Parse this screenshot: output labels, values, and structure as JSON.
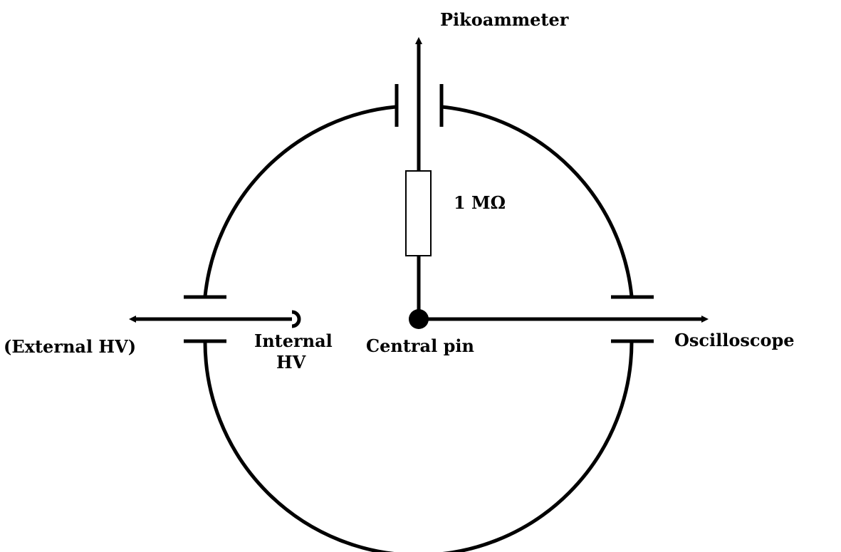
{
  "labels": {
    "picoammeter": "Pikoammeter",
    "resistor": "1 MΩ",
    "external_hv": "(External HV)",
    "internal_hv_line1": "Internal",
    "internal_hv_line2": "HV",
    "central_pin": "Central pin",
    "oscilloscope": "Oscilloscope"
  },
  "colors": {
    "stroke": "#000000",
    "background": "#ffffff"
  }
}
